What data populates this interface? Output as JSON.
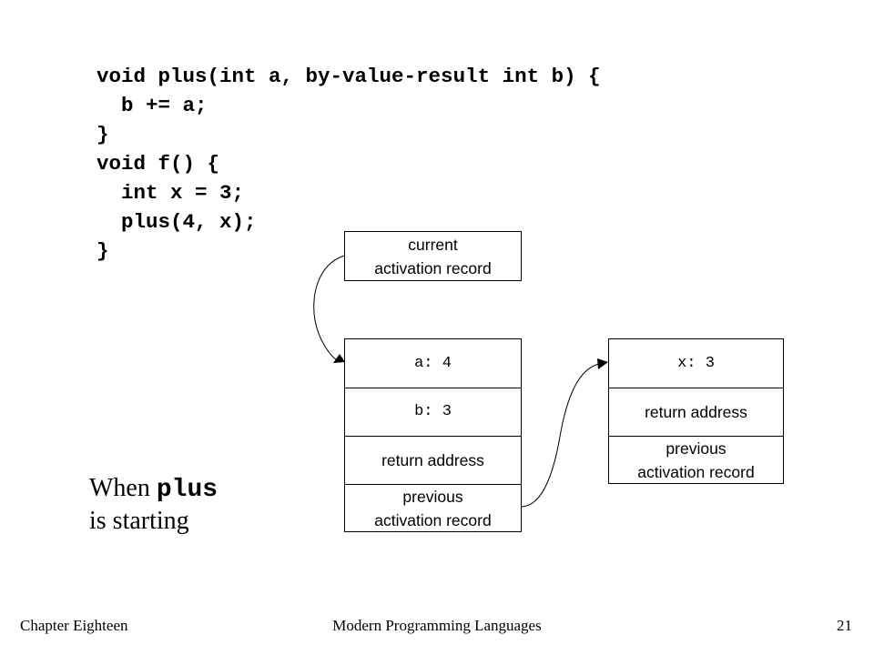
{
  "code": {
    "lines": [
      "void plus(int a, by-value-result int b) {",
      "  b += a;",
      "}",
      "void f() {",
      "  int x = 3;",
      "  plus(4, x);",
      "}"
    ]
  },
  "current_record": {
    "line1": "current",
    "line2": "activation record"
  },
  "plus_record": {
    "a": "a: 4",
    "b": "b: 3",
    "return_address": "return address",
    "previous_line1": "previous",
    "previous_line2": "activation record"
  },
  "f_record": {
    "x": "x: 3",
    "return_address": "return address",
    "previous_line1": "previous",
    "previous_line2": "activation record"
  },
  "caption": {
    "pre": "When ",
    "keyword": "plus",
    "line2": "is starting"
  },
  "footer": {
    "left": "Chapter Eighteen",
    "center": "Modern Programming Languages",
    "right": "21"
  }
}
